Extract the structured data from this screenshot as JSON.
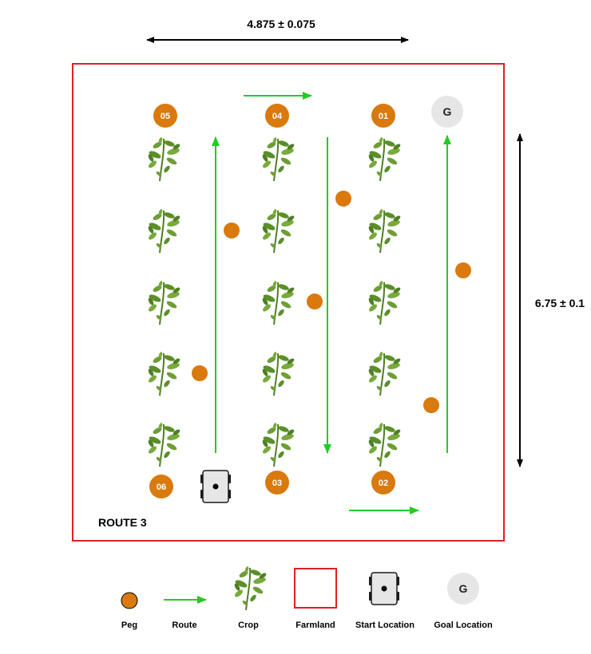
{
  "dimensions": {
    "width_label": "4.875 ± 0.075",
    "height_label": "6.75 ± 0.1"
  },
  "route_label": "ROUTE 3",
  "numbered_pegs": [
    "05",
    "04",
    "01",
    "06",
    "03",
    "02"
  ],
  "goal_label": "G",
  "legend": {
    "peg": "Peg",
    "route": "Route",
    "crop": "Crop",
    "farmland": "Farmland",
    "start": "Start Location",
    "goal": "Goal Location",
    "goal_symbol": "G"
  },
  "colors": {
    "farmland_border": "#e02020",
    "route": "#22cc22",
    "peg": "#d9790e",
    "goal": "#e6e6e6",
    "leaf": "#5a8f2a"
  }
}
